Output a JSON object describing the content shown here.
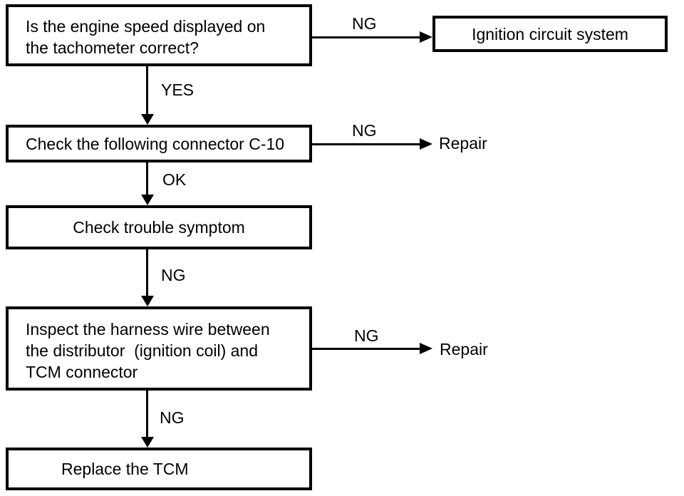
{
  "diagram": {
    "type": "troubleshooting-flowchart",
    "colors": {
      "ink": "#000000",
      "paper": "#ffffff"
    },
    "boxes": {
      "q_tachometer": "Is the engine speed displayed on\nthe tachometer correct?",
      "ignition_circuit": "Ignition circuit system",
      "check_connector": "Check the following connector C-10",
      "check_symptom": "Check trouble symptom",
      "inspect_harness": "Inspect the harness wire between\nthe distributor  (ignition coil) and\nTCM connector",
      "replace_tcm": "Replace the TCM"
    },
    "labels": {
      "yes_tachometer": "YES",
      "ng_tachometer": "NG",
      "ok_connector": "OK",
      "ng_connector": "NG",
      "repair_connector": "Repair",
      "ng_symptom": "NG",
      "ng_harness_branch": "NG",
      "repair_harness": "Repair",
      "ng_harness_down": "NG"
    }
  }
}
